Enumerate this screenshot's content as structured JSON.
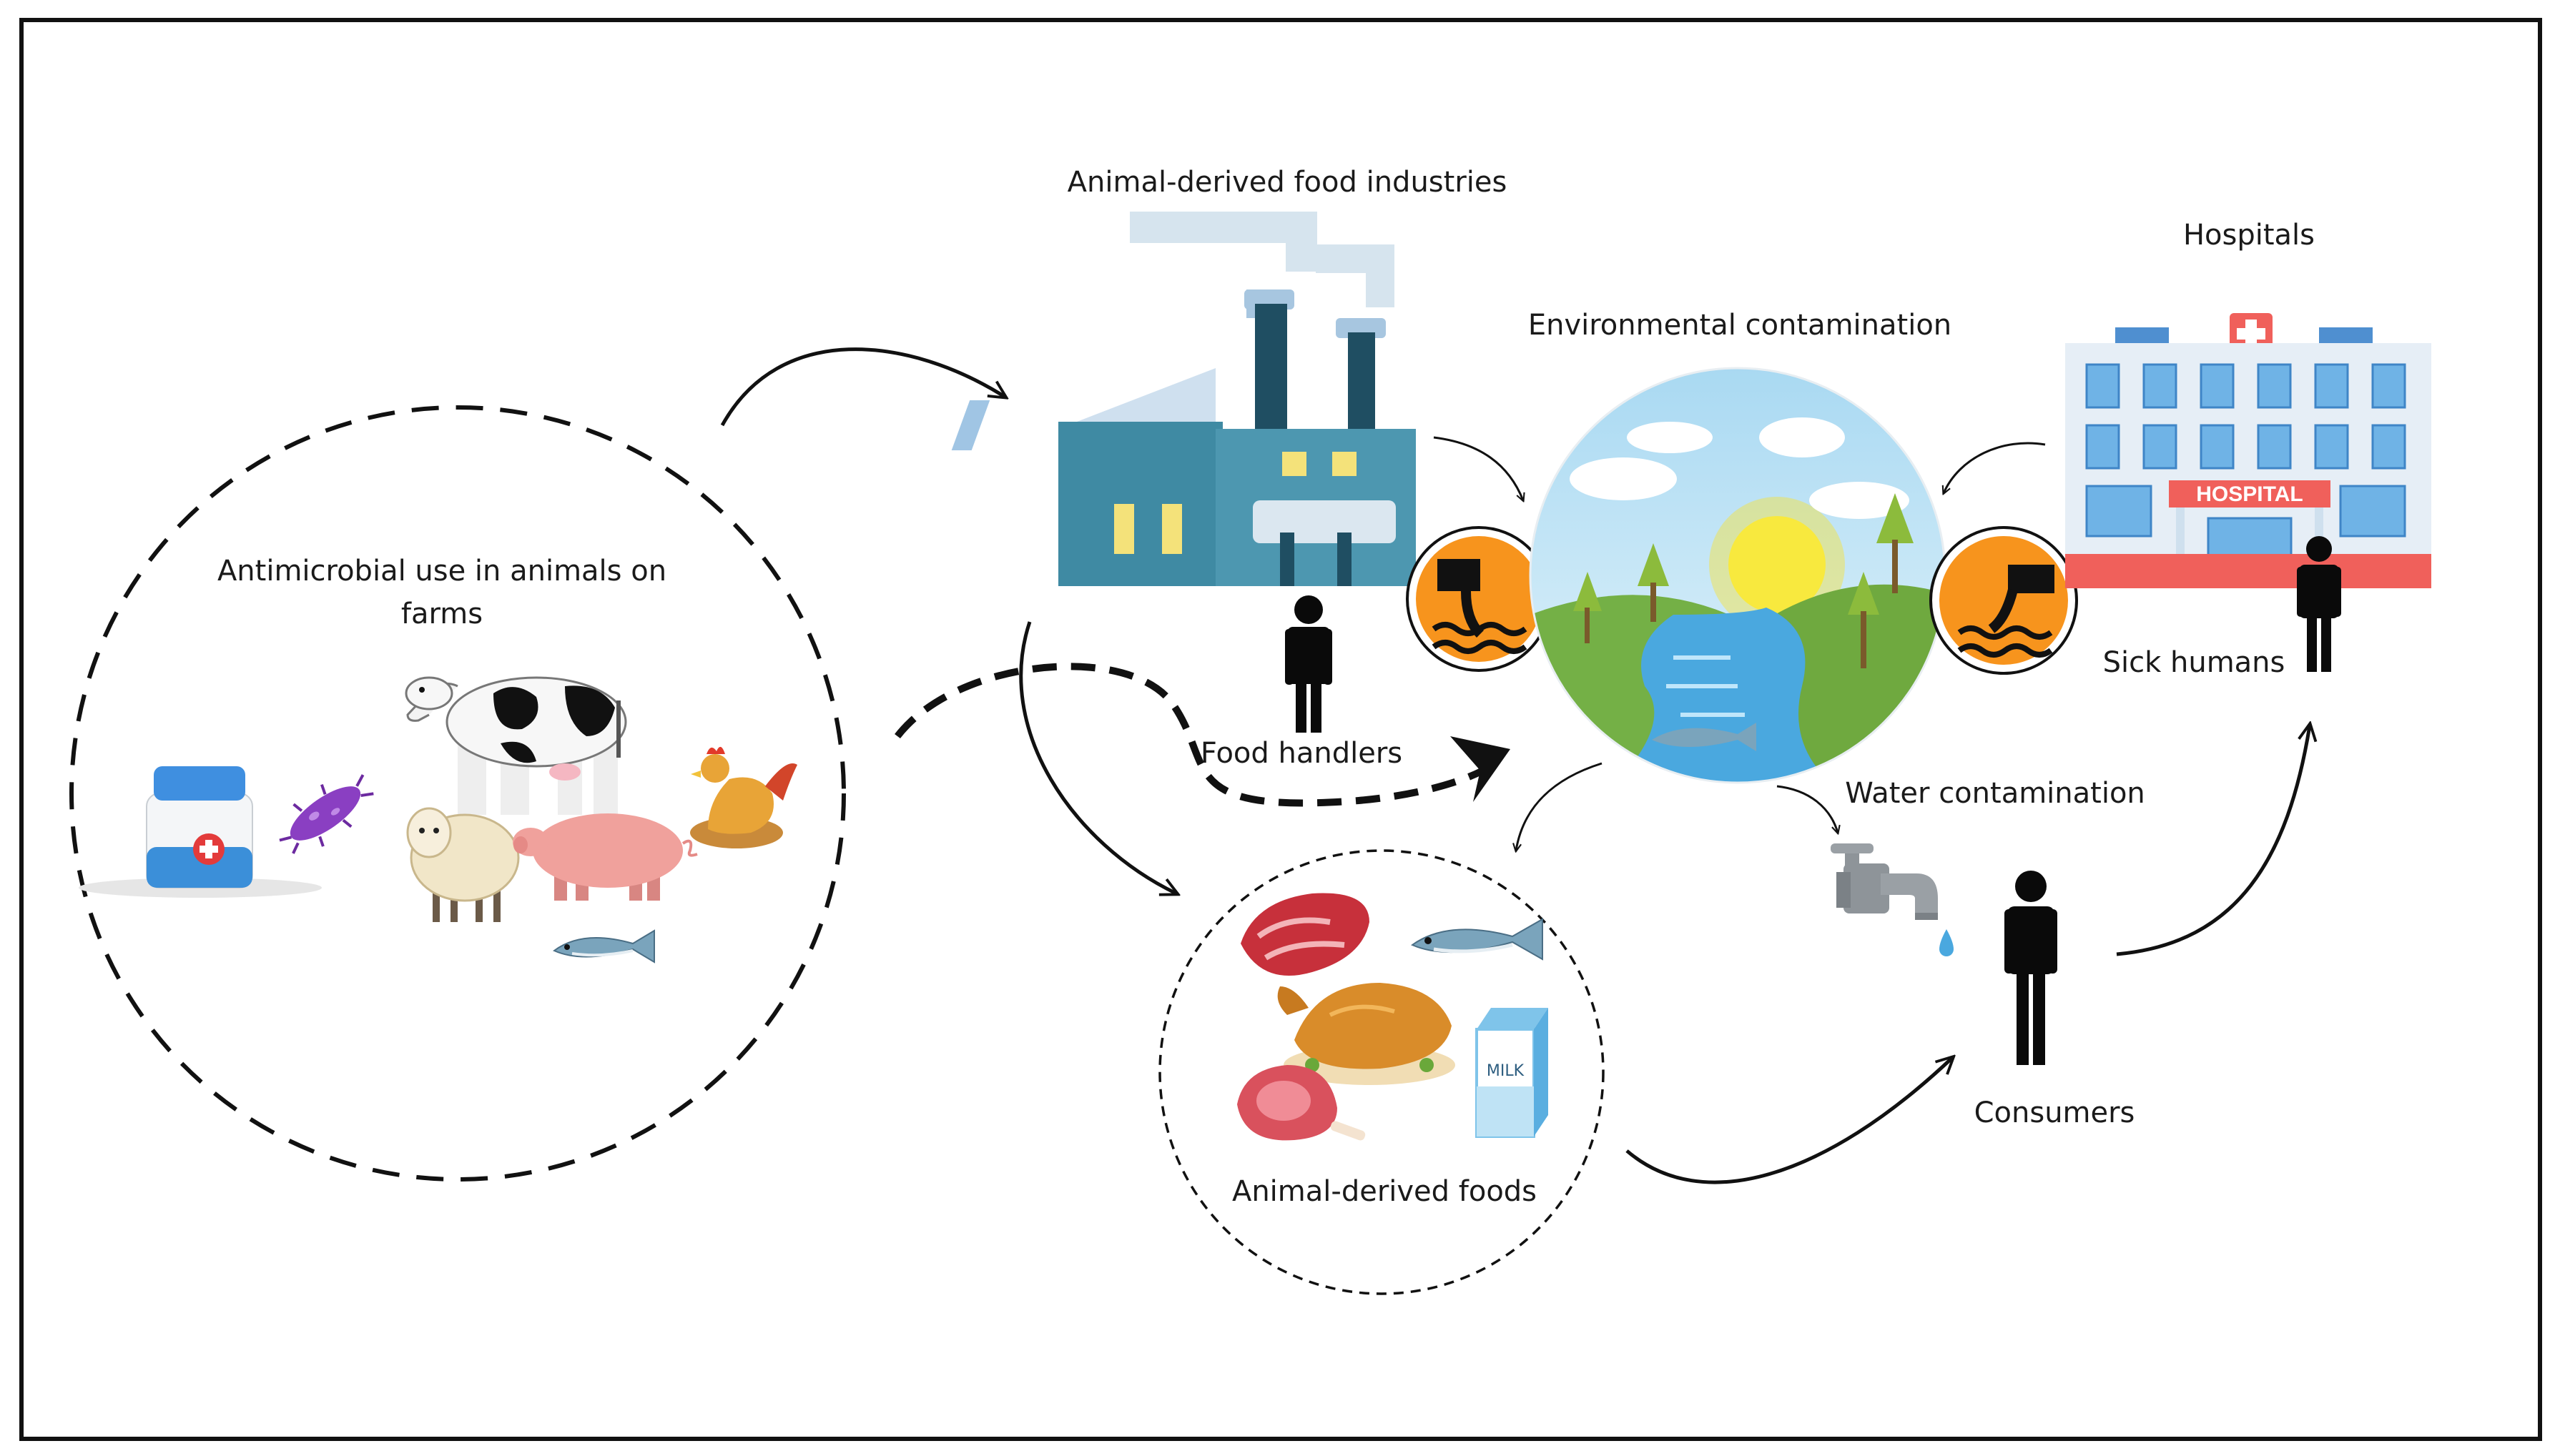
{
  "labels": {
    "farms_line1": "Antimicrobial use in animals on",
    "farms_line2": "farms",
    "food_industries": "Animal-derived food industries",
    "environmental": "Environmental contamination",
    "hospitals": "Hospitals",
    "food_handlers": "Food handlers",
    "water": "Water contamination",
    "sick_humans": "Sick humans",
    "foods": "Animal-derived foods",
    "consumers": "Consumers"
  },
  "signs": {
    "hospital": "HOSPITAL",
    "milk": "MILK"
  },
  "colors": {
    "outline": "#111111",
    "factory": "#3f8aa3",
    "sky": "#bfe3f5",
    "water": "#4aa8df",
    "grass": "#7cb64a",
    "sun": "#f6e23a",
    "hazard": "#f7941d",
    "hospital_red": "#f0605b",
    "hospital_blue": "#6fb3e6"
  }
}
